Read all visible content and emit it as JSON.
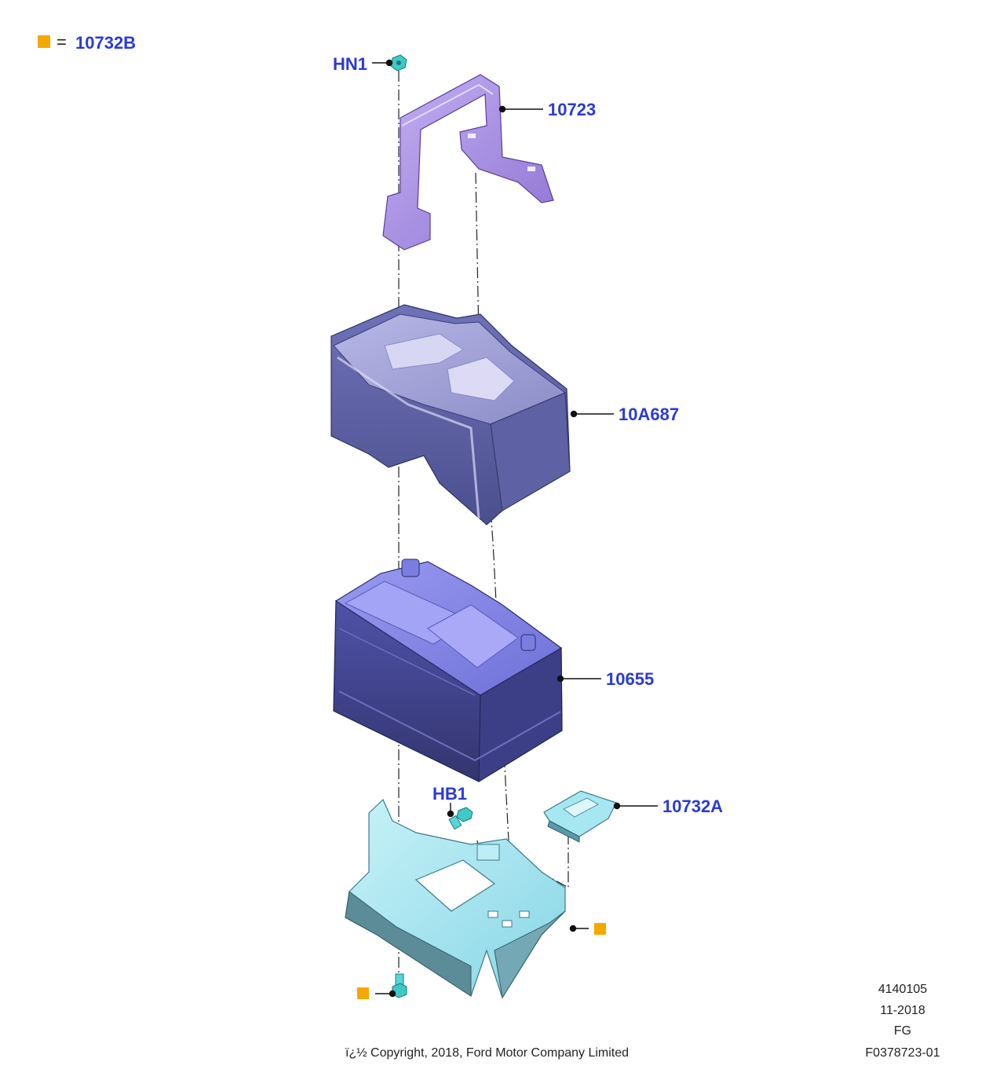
{
  "legend": {
    "marker_color": "#f5a800",
    "equals": "=",
    "part_number": "10732B"
  },
  "callouts": {
    "hn1": "HN1",
    "strap": "10723",
    "cover": "10A687",
    "battery": "10655",
    "hb1": "HB1",
    "clamp": "10732A"
  },
  "meta": {
    "ref_number": "4140105",
    "date": "11-2018",
    "code": "FG",
    "figure_id": "F0378723-01",
    "copyright": "ï¿½ Copyright, 2018, Ford Motor Company Limited"
  },
  "colors": {
    "callout_text": "#2a3bd6",
    "strap": "#a98fe0",
    "cover": "#6b6fb2",
    "battery": "#5a5fc6",
    "tray": "#9fe3ef",
    "fastener": "#3fc9c9",
    "marker": "#f5a800"
  }
}
